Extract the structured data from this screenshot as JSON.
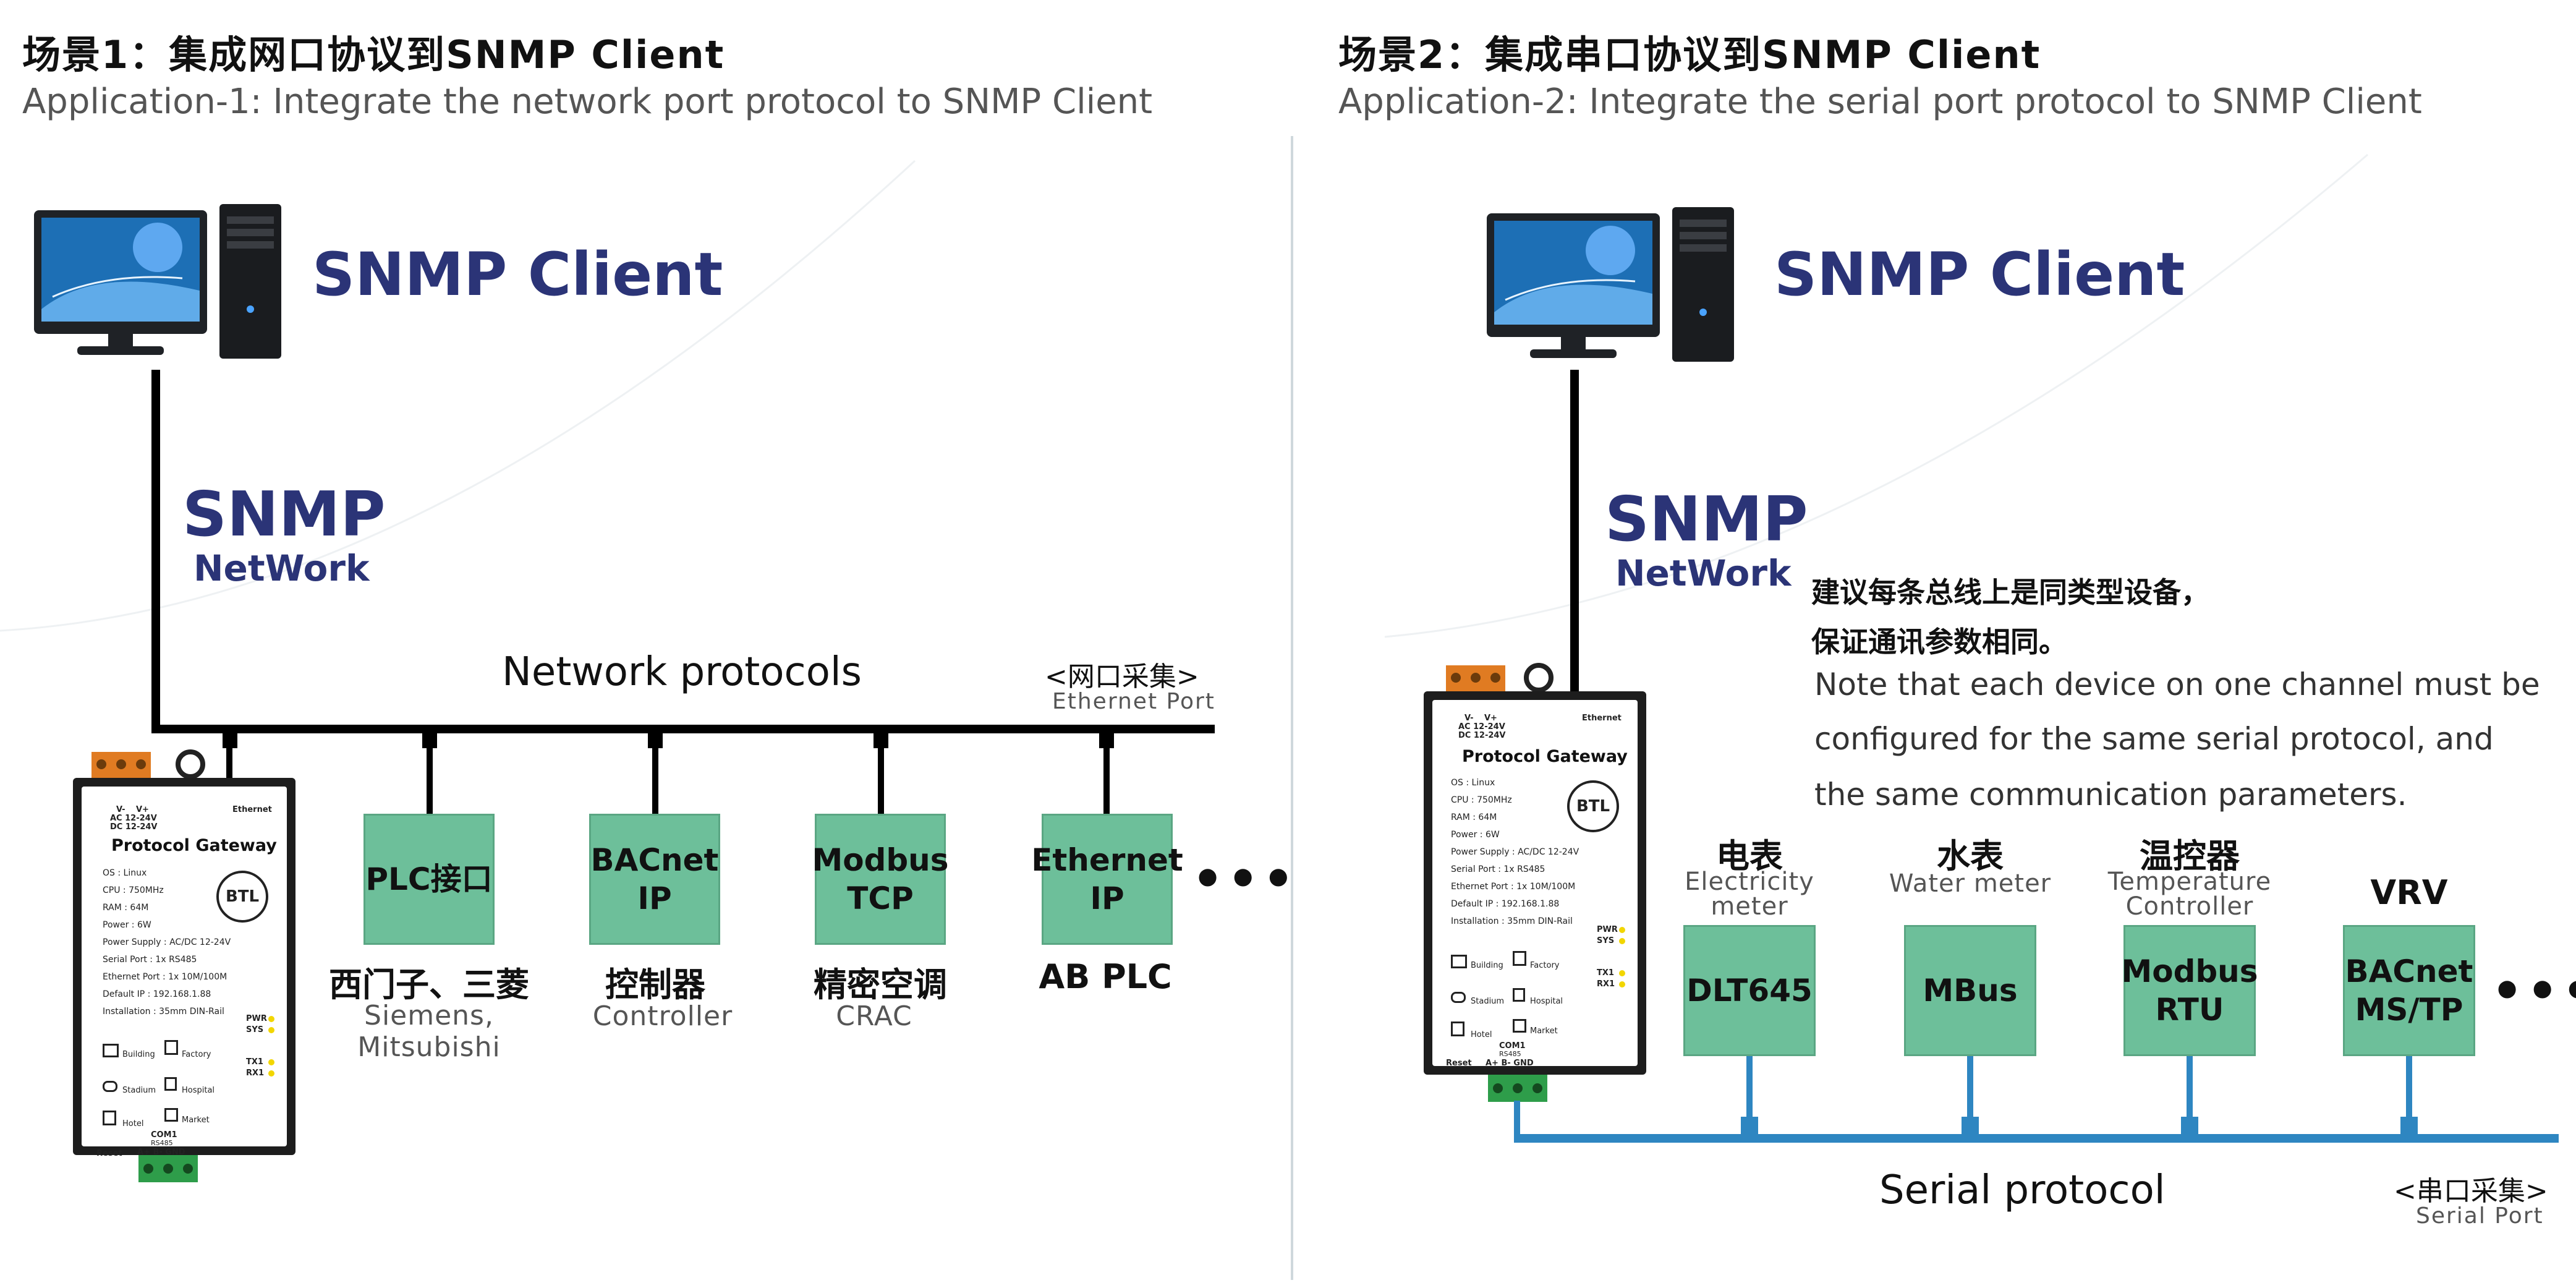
{
  "colors": {
    "accent": "#2b3477",
    "box_fill": "#6dbf9a",
    "serial_bus": "#2e86c1",
    "divider": "#cfd8dc"
  },
  "left": {
    "title_cn": "场景1：集成网口协议到SNMP Client",
    "title_en": "Application-1: Integrate the network port protocol to SNMP Client",
    "client_label": "SNMP Client",
    "snmp_label": "SNMP",
    "network_label": "NetWork",
    "protocols_heading": "Network protocols",
    "port_cn": "<网口采集>",
    "port_en": "Ethernet Port",
    "devices": [
      {
        "box": "PLC接口",
        "cap_cn": "西门子、三菱",
        "cap_en": "Siemens,\nMitsubishi"
      },
      {
        "box": "BACnet\nIP",
        "cap_cn": "控制器",
        "cap_en": "Controller"
      },
      {
        "box": "Modbus\nTCP",
        "cap_cn": "精密空调",
        "cap_en": "CRAC"
      },
      {
        "box": "Ethernet\nIP",
        "cap_cn": "AB PLC",
        "cap_en": ""
      }
    ],
    "more": "•••"
  },
  "right": {
    "title_cn": "场景2：集成串口协议到SNMP Client",
    "title_en": "Application-2: Integrate the serial port protocol to SNMP Client",
    "client_label": "SNMP Client",
    "snmp_label": "SNMP",
    "network_label": "NetWork",
    "note_cn_1": "建议每条总线上是同类型设备，",
    "note_cn_2": "保证通讯参数相同。",
    "note_en_1": "Note that each device on one channel must be",
    "note_en_2": "configured for the same serial protocol, and",
    "note_en_3": "the same communication parameters.",
    "devices": [
      {
        "dev_cn": "电表",
        "dev_en": "Electricity\nmeter",
        "box": "DLT645"
      },
      {
        "dev_cn": "水表",
        "dev_en": "Water meter",
        "box": "MBus"
      },
      {
        "dev_cn": "温控器",
        "dev_en": "Temperature\nController",
        "box": "Modbus\nRTU"
      },
      {
        "dev_cn": "VRV",
        "dev_en": "",
        "box": "BACnet\nMS/TP"
      }
    ],
    "more": "•••",
    "protocols_heading": "Serial protocol",
    "port_cn": "<串口采集>",
    "port_en": "Serial Port"
  },
  "gateway": {
    "power_v_minus": "V-",
    "power_v_plus": "V+",
    "power_ac": "AC 12-24V",
    "power_dc": "DC 12-24V",
    "ethernet": "Ethernet",
    "title": "Protocol Gateway",
    "specs": [
      "OS            : Linux",
      "CPU          : 750MHz",
      "RAM          : 64M",
      "Power        : 6W",
      "Power Supply : AC/DC 12-24V",
      "Serial Port  : 1x RS485",
      "Ethernet Port : 1x 10M/100M",
      "Default IP   : 192.168.1.88",
      "Installation : 35mm DIN-Rail"
    ],
    "btl": "BTL",
    "led_pwr": "PWR",
    "led_sys": "SYS",
    "led_tx1": "TX1",
    "led_rx1": "RX1",
    "icon_building": "Building",
    "icon_factory": "Factory",
    "icon_stadium": "Stadium",
    "icon_hospital": "Hospital",
    "icon_hotel": "Hotel",
    "icon_market": "Market",
    "com1": "COM1",
    "rs485": "RS485",
    "pins": "A+   B-   GND",
    "reset": "Reset"
  }
}
